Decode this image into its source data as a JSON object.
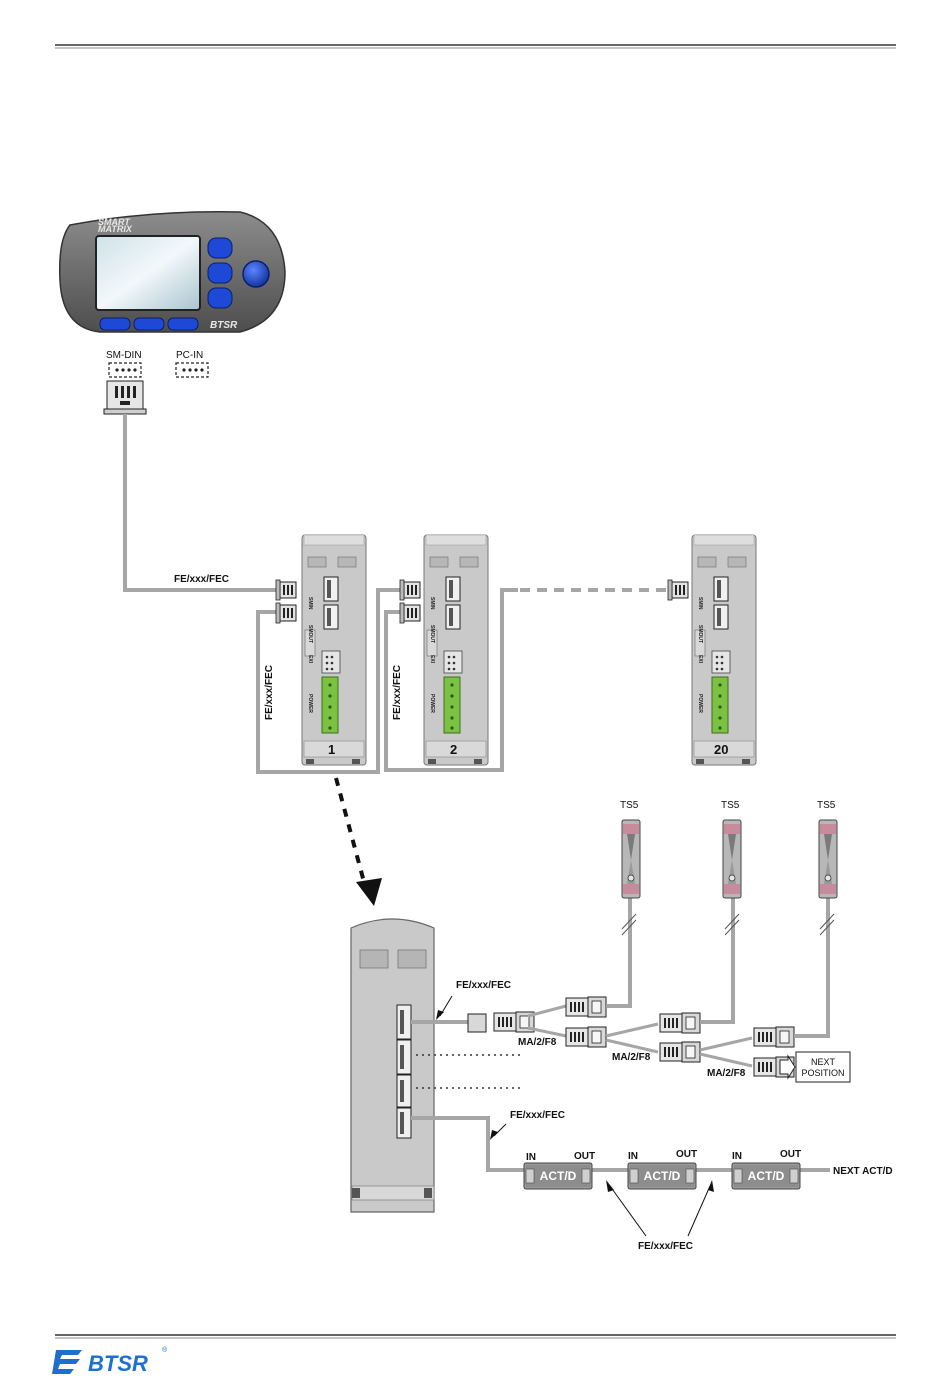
{
  "smart_matrix": {
    "brand_line1": "SMART",
    "brand_line2": "MATRIX",
    "logo_text": "BTSR",
    "ports": [
      "SM-DIN",
      "PC-IN"
    ]
  },
  "module_units": {
    "port_labels": [
      "SMIN",
      "SMOUT",
      "EXI",
      "POWER"
    ],
    "numbers": [
      "1",
      "2",
      "20"
    ]
  },
  "cables": {
    "fe_cable": "FE/xxx/FEC",
    "splitter": "MA/2/F8"
  },
  "sensors": {
    "label": "TS5"
  },
  "next_position": {
    "line1": "NEXT",
    "line2": "POSITION"
  },
  "actuators": {
    "label": "ACT/D",
    "in_label": "IN",
    "out_label": "OUT",
    "next_label": "NEXT ACT/D"
  },
  "footer": {
    "logo_text": "BTSR",
    "registered": "®"
  },
  "colors": {
    "wire": "#a6a6a6",
    "button_blue": "#1d49d6",
    "terminal_green": "#7cc242",
    "module_gray": "#c9c9c9"
  }
}
